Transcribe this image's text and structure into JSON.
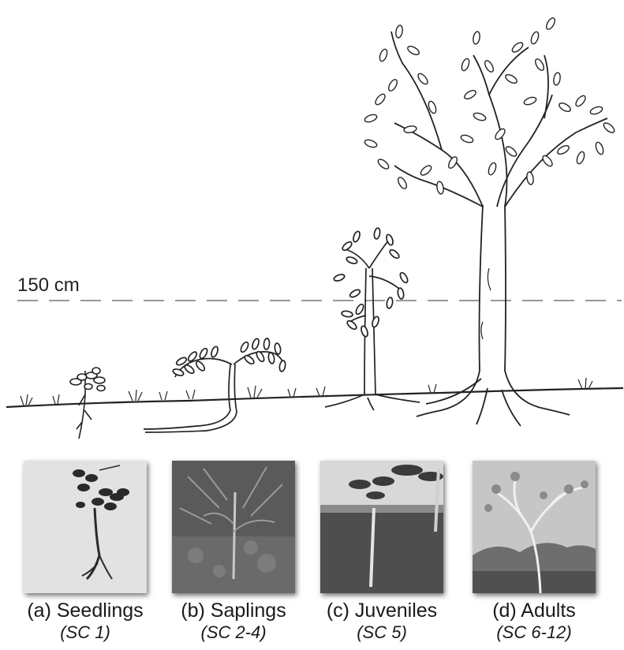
{
  "reference_line": {
    "label": "150 cm"
  },
  "stages": [
    {
      "caption": "(a) Seedlings",
      "size_class": "(SC 1)"
    },
    {
      "caption": "(b) Saplings",
      "size_class": "(SC 2-4)"
    },
    {
      "caption": "(c) Juveniles",
      "size_class": "(SC 5)"
    },
    {
      "caption": "(d) Adults",
      "size_class": "(SC 6-12)"
    }
  ]
}
